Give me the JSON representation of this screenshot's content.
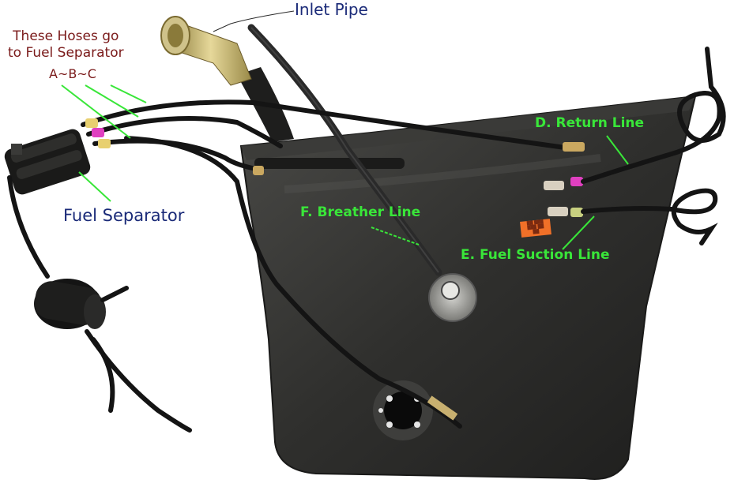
{
  "labels": {
    "inlet_pipe": "Inlet Pipe",
    "hoses_line1": "These Hoses go",
    "hoses_line2": "to Fuel Separator",
    "abc": "A~B~C",
    "fuel_separator": "Fuel Separator",
    "return_line": "D. Return Line",
    "breather_line": "F. Breather Line",
    "suction_line": "E. Fuel Suction Line"
  },
  "colors": {
    "background": "#ffffff",
    "tank": "#2e2e2c",
    "hose": "#141414",
    "green_label": "#39e639",
    "blue_label": "#1a2a78",
    "dark_red_label": "#7a1a1a",
    "sticker": "#f07028"
  }
}
